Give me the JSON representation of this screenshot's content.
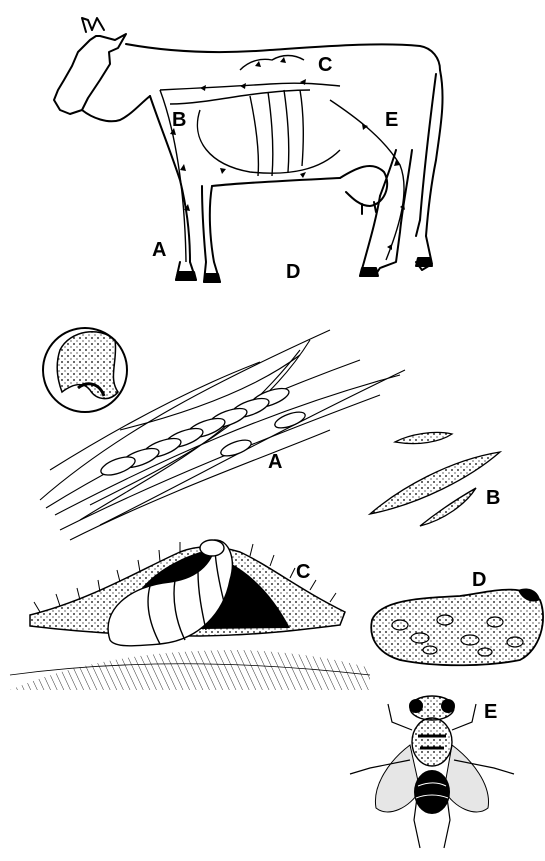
{
  "cow_panel": {
    "labels": {
      "a": "A",
      "b": "B",
      "c": "C",
      "d": "D",
      "e": "E"
    }
  },
  "stages_panel": {
    "labels": {
      "a": "A",
      "b": "B",
      "c": "C",
      "d": "D",
      "e": "E"
    }
  },
  "colors": {
    "ink": "#000000",
    "paper": "#ffffff",
    "wing": "#e6e6e6"
  },
  "icons": [
    "cow-illustration",
    "hair-eggs-icon",
    "magnified-egg-icon",
    "larvae-icon",
    "warble-grub-icon",
    "puparium-icon",
    "fly-icon"
  ]
}
